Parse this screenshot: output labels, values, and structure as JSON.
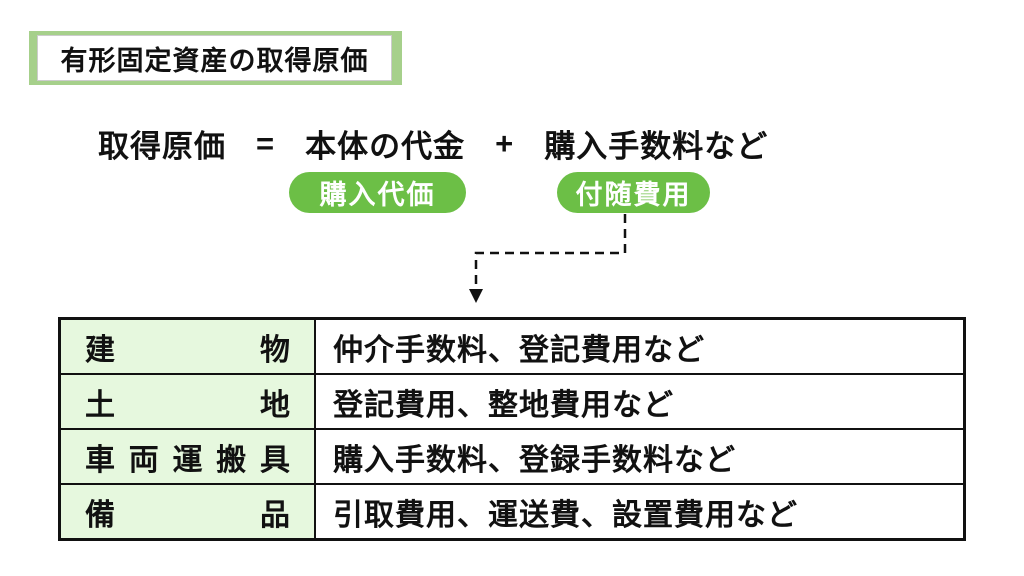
{
  "title": "有形固定資産の取得原価",
  "formula": {
    "lhs": "取得原価",
    "equals": "=",
    "term1": "本体の代金",
    "plus": "+",
    "term2": "購入手数料など"
  },
  "labels": {
    "purchase_price": "購入代価",
    "incidental_costs": "付随費用"
  },
  "table": {
    "rows": [
      {
        "asset": "建物",
        "costs": "仲介手数料、登記費用など"
      },
      {
        "asset": "土地",
        "costs": "登記費用、整地費用など"
      },
      {
        "asset": "車両運搬具",
        "costs": "購入手数料、登録手数料など"
      },
      {
        "asset": "備品",
        "costs": "引取費用、運送費、設置費用など"
      }
    ]
  },
  "colors": {
    "accent_green": "#6cbf46",
    "cell_light_green": "#e6f8de",
    "title_band_green": "#a6d08b",
    "text_black": "#111111"
  }
}
